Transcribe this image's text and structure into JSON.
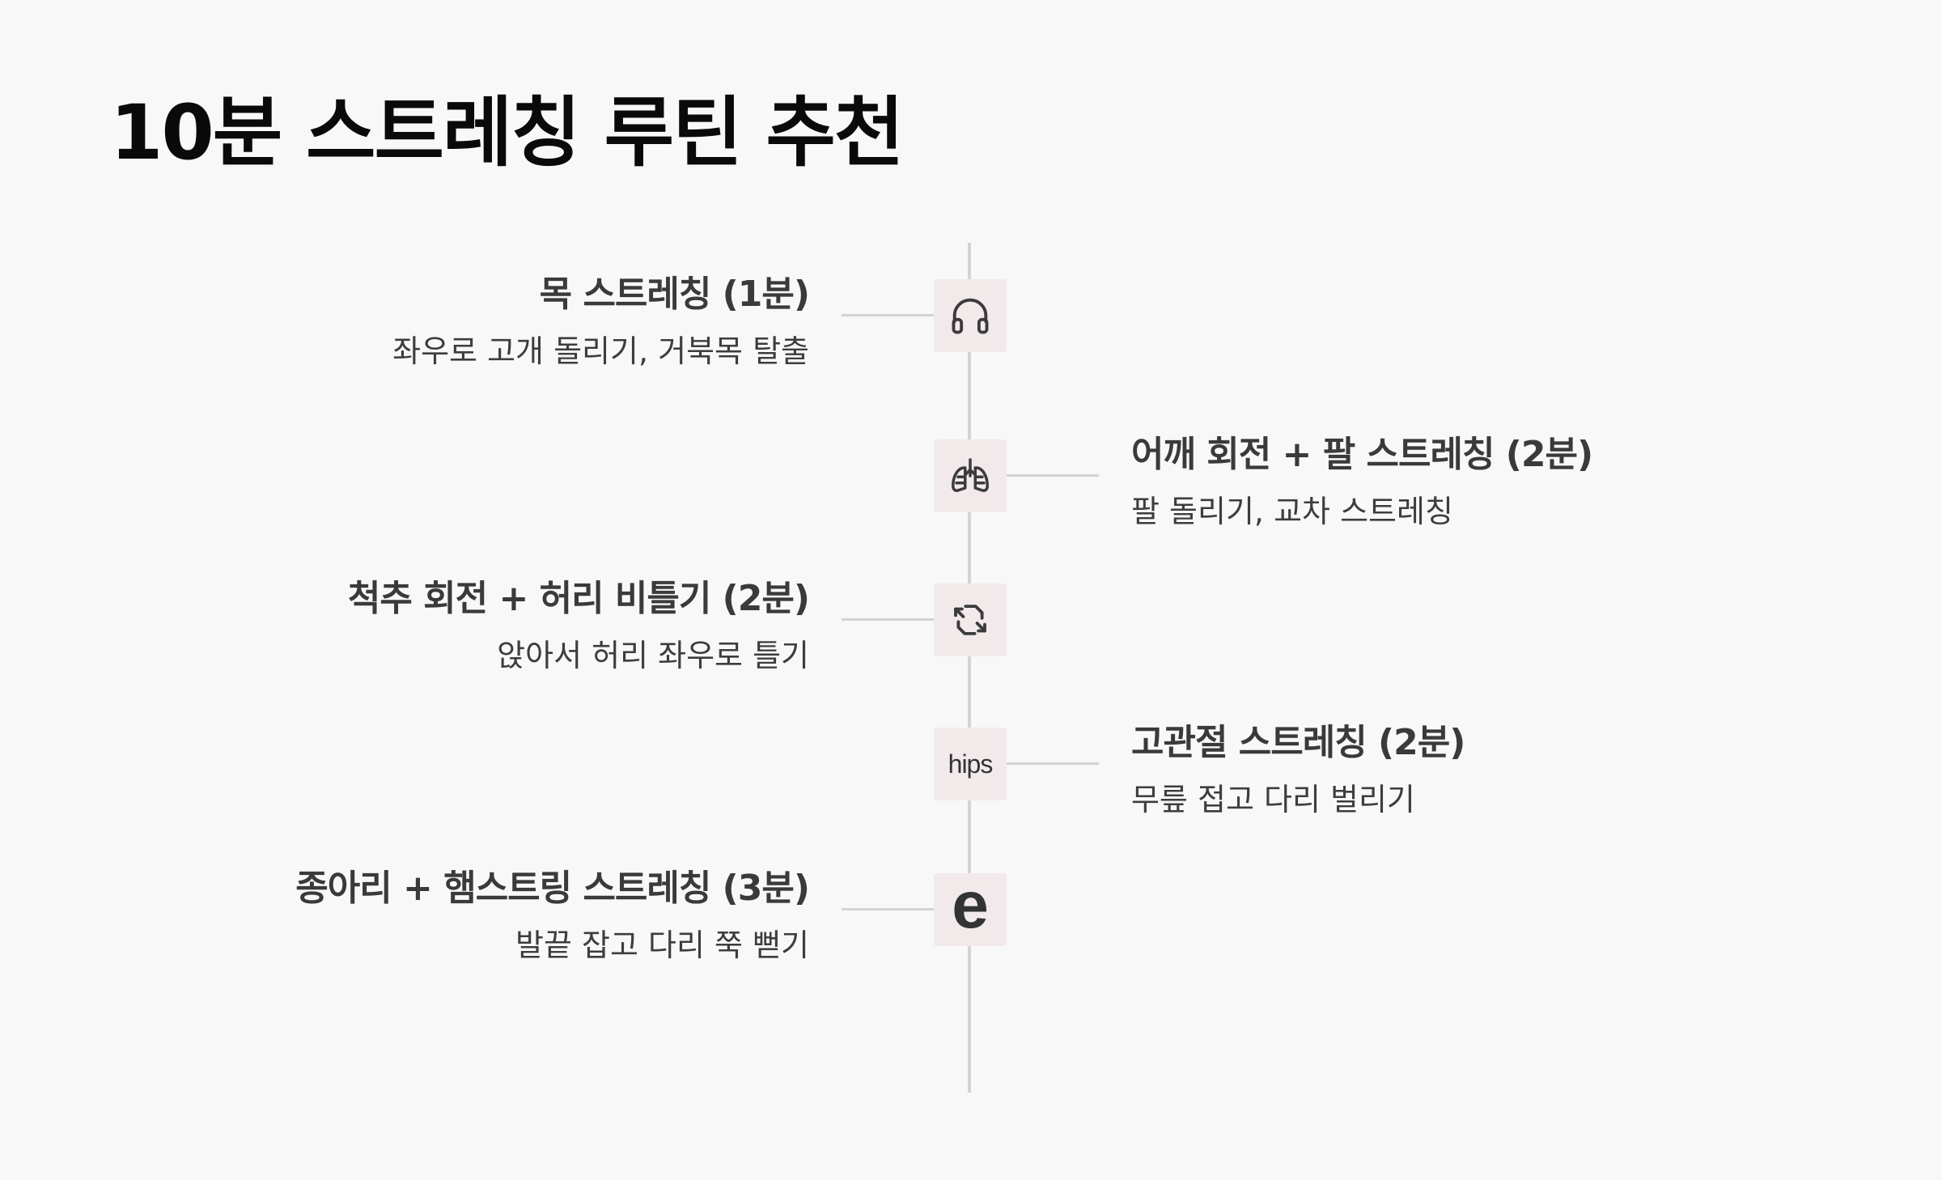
{
  "title": "10분 스트레칭 루틴 추천",
  "steps": [
    {
      "title": "목 스트레칭 (1분)",
      "desc": "좌우로 고개 돌리기, 거북목 탈출",
      "icon": "headphones-icon",
      "side": "left"
    },
    {
      "title": "어깨 회전 + 팔 스트레칭 (2분)",
      "desc": "팔 돌리기, 교차 스트레칭",
      "icon": "lungs-icon",
      "side": "right"
    },
    {
      "title": "척추 회전 + 허리 비틀기 (2분)",
      "desc": "앉아서 허리 좌우로 틀기",
      "icon": "rotate-arrows-icon",
      "side": "left"
    },
    {
      "title": "고관절 스트레칭 (2분)",
      "desc": "무릎 접고 다리 벌리기",
      "icon": "hips-icon",
      "icon_text": "hips",
      "side": "right"
    },
    {
      "title": "종아리 + 햄스트링 스트레칭 (3분)",
      "desc": "발끝 잡고 다리 쭉 뻗기",
      "icon": "edge-logo-icon",
      "icon_text": "e",
      "side": "left"
    }
  ],
  "colors": {
    "background": "#f8f8f8",
    "icon_box": "#f1e9ea",
    "timeline": "#d3d3d3",
    "title": "#0a0a0a",
    "text": "#3a3a3a"
  }
}
